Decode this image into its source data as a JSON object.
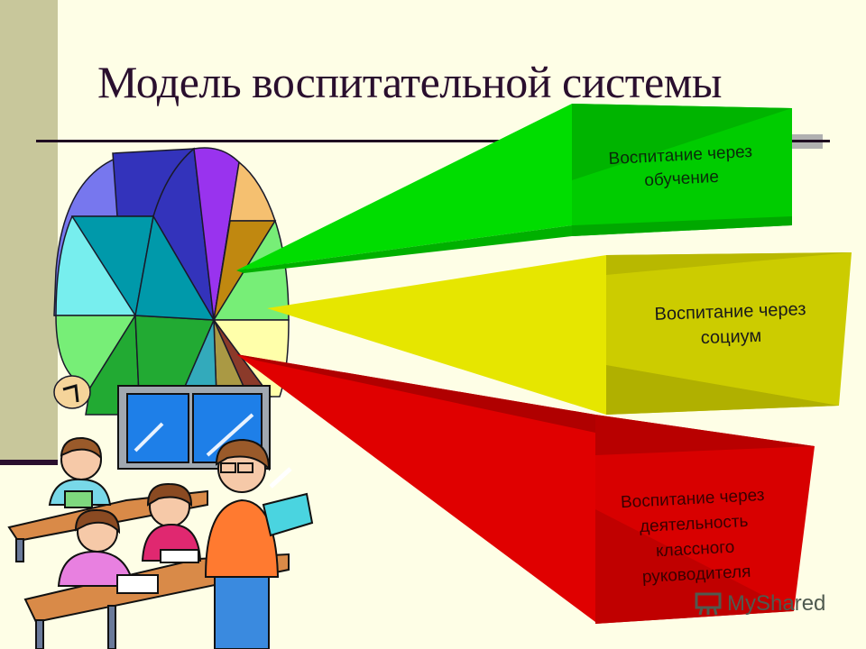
{
  "slide": {
    "title": "Модель воспитательной системы",
    "background": "#fefee6",
    "accent_bar": "#c8c79b"
  },
  "boxes": [
    {
      "id": "education",
      "label": "Воспитание через обучение",
      "lines": [
        "Воспитание через",
        "обучение"
      ],
      "color": "#00dd00"
    },
    {
      "id": "society",
      "label": "Воспитание через социум",
      "lines": [
        "Воспитание через",
        "социум"
      ],
      "color": "#e6e600"
    },
    {
      "id": "teacher",
      "label": "Воспитание через деятельность классного руководителя",
      "lines": [
        "Воспитание через",
        "деятельность",
        "классного",
        "руководителя"
      ],
      "color": "#e00000"
    }
  ],
  "illustration": {
    "subject": "classroom with teacher, pupils at desks, window and clock"
  },
  "watermark": {
    "text": "MyShared"
  }
}
